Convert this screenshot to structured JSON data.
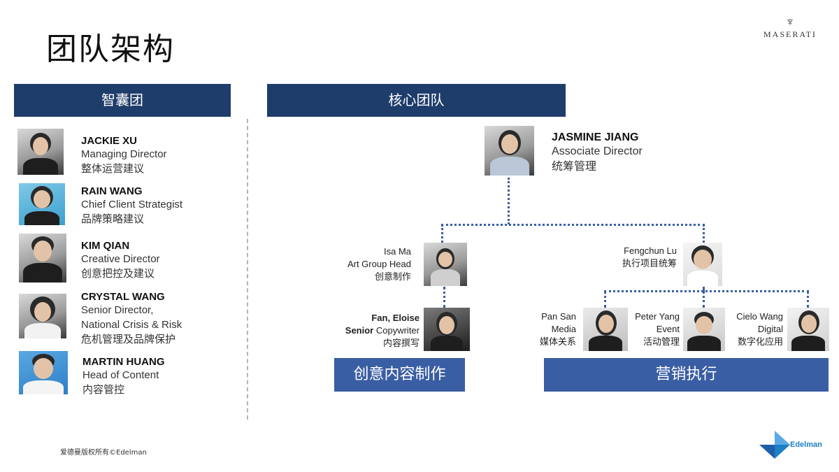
{
  "page": {
    "title": "团队架构",
    "copyright": "爱德曼版权所有©Edelman"
  },
  "logos": {
    "maserati": "MASERATI",
    "edelman": "Edelman"
  },
  "sections": {
    "think_tank": "智囊团",
    "core_team": "核心团队",
    "creative": "创意内容制作",
    "marketing": "营销执行"
  },
  "think_tank": [
    {
      "name": "JACKIE XU",
      "title": "Managing Director",
      "desc": "整体运营建议"
    },
    {
      "name": "RAIN WANG",
      "title": "Chief Client Strategist",
      "desc": "品牌策略建议"
    },
    {
      "name": "KIM QIAN",
      "title": "Creative Director",
      "desc": "创意把控及建议"
    },
    {
      "name": "CRYSTAL WANG",
      "title": "Senior Director,",
      "title2": "National Crisis & Risk",
      "desc": "危机管理及品牌保护"
    },
    {
      "name": "MARTIN HUANG",
      "title": "Head of Content",
      "desc": "内容管控"
    }
  ],
  "core": {
    "lead": {
      "name": "JASMINE JIANG",
      "title": "Associate Director",
      "desc": "统筹管理"
    },
    "isa": {
      "name": "Isa Ma",
      "title": "Art Group Head",
      "desc": "创意制作"
    },
    "fan": {
      "name": "Fan, Eloise",
      "title_bold": "Senior",
      "title_rest": " Copywriter",
      "desc": "内容撰写"
    },
    "fengchun": {
      "name": "Fengchun Lu",
      "desc": "执行项目统筹"
    },
    "pan": {
      "name": "Pan San",
      "title": "Media",
      "desc": "媒体关系"
    },
    "peter": {
      "name": "Peter Yang",
      "title": "Event",
      "desc": "活动管理"
    },
    "cielo": {
      "name": "Cielo Wang",
      "title": "Digital",
      "desc": "数字化应用"
    }
  },
  "colors": {
    "navy": "#1f3d6b",
    "blue": "#3a5ea3",
    "edelman": "#1d7fc4"
  }
}
